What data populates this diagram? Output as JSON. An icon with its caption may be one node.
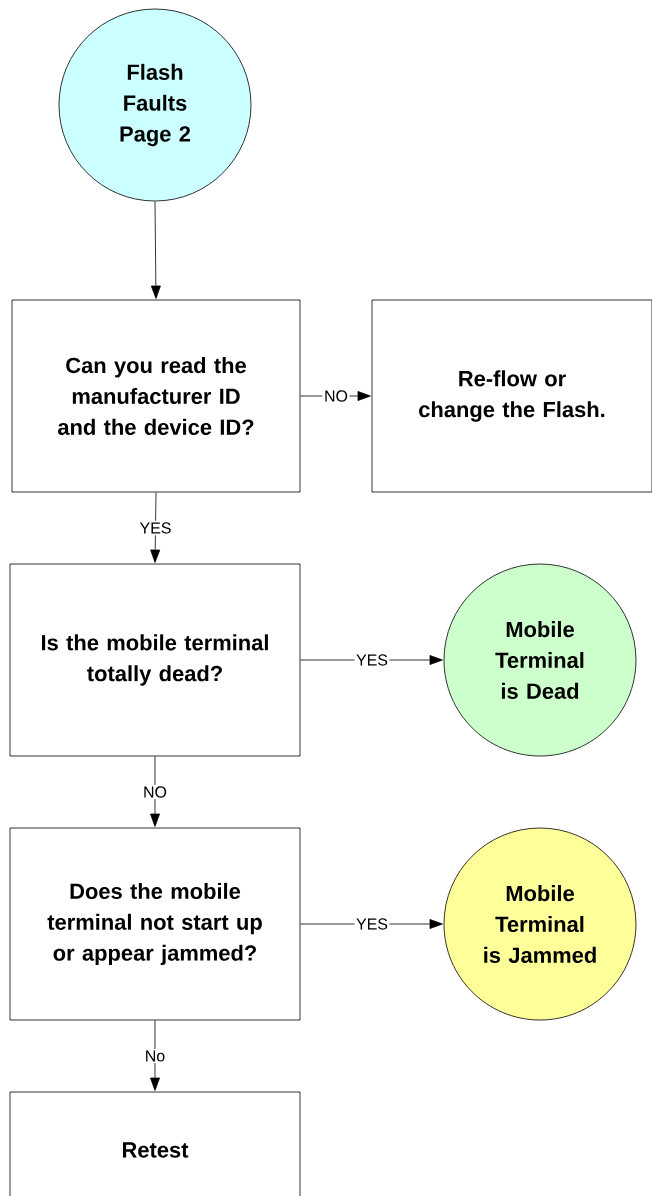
{
  "diagram": {
    "nodes": [
      {
        "text": [
          "Flash Faults Page 2"
        ]
      },
      {
        "text": [
          "Can you read the manufacturer ID and the device ID?"
        ]
      },
      {
        "text": [
          "Re-flow or change the Flash."
        ]
      },
      {
        "text": [
          "Is the mobile terminal totally dead?"
        ]
      },
      {
        "text": [
          "Mobile Terminal is Dead"
        ]
      },
      {
        "text": [
          "Does the mobile terminal not start up or appear jammed?"
        ]
      },
      {
        "text": [
          "Mobile Terminal is Jammed"
        ]
      },
      {
        "text": [
          "Retest"
        ]
      }
    ],
    "edges": [
      {
        "from": 0,
        "to": 1,
        "arrow": "to"
      },
      {
        "from": 1,
        "to": 2,
        "arrow": "to",
        "label": "NO"
      },
      {
        "from": 1,
        "to": 3,
        "arrow": "to",
        "label": "YES"
      },
      {
        "from": 3,
        "to": 4,
        "arrow": "to",
        "label": "YES"
      },
      {
        "from": 3,
        "to": 5,
        "arrow": "to",
        "label": "NO"
      },
      {
        "from": 5,
        "to": 6,
        "arrow": "to",
        "label": "YES"
      },
      {
        "from": 5,
        "to": 7,
        "arrow": "to",
        "label": "No"
      }
    ]
  }
}
